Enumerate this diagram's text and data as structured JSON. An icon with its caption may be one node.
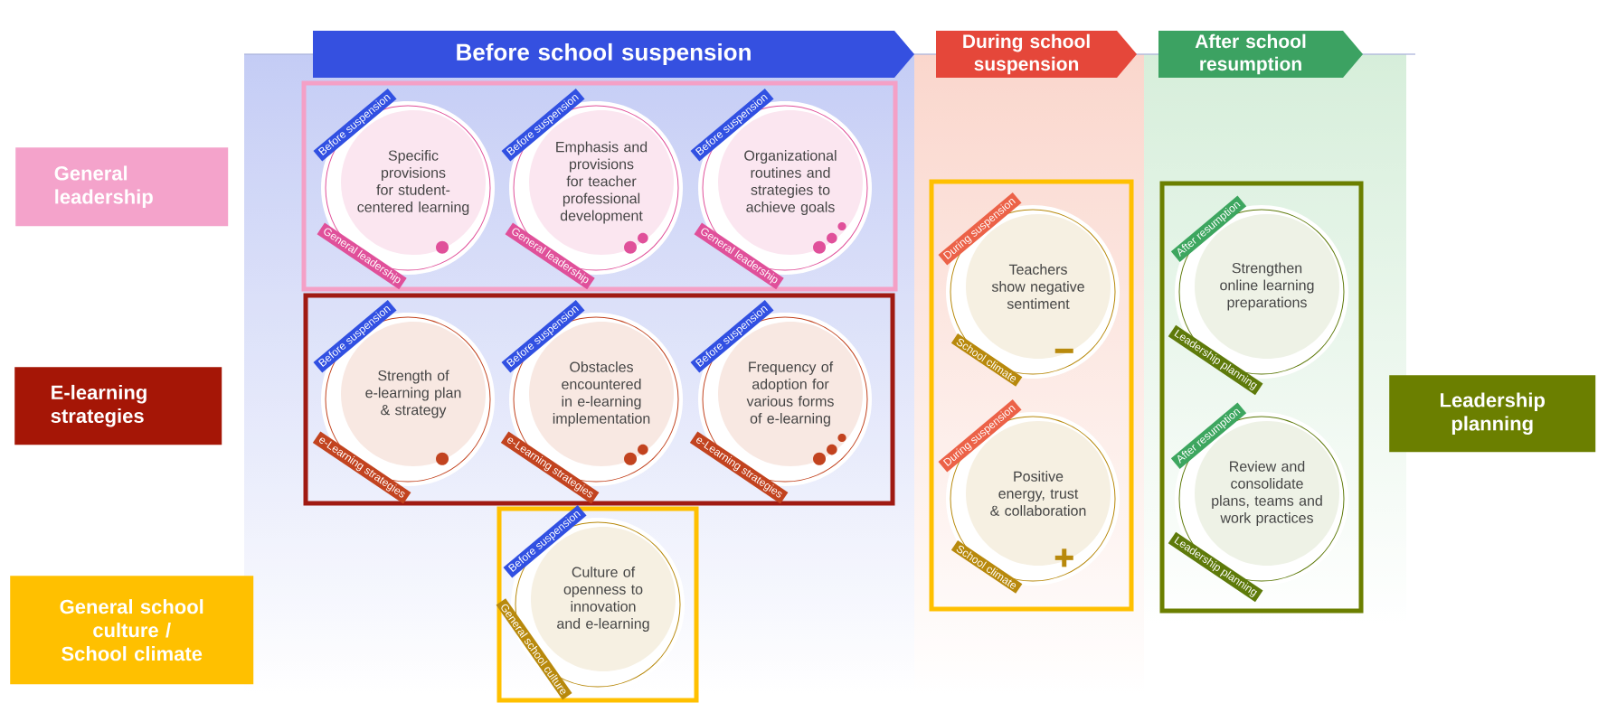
{
  "diagram": {
    "nodes": [
      {
        "text": [
          "Before school suspension"
        ]
      },
      {
        "text": [
          "During school suspension"
        ]
      },
      {
        "text": [
          "After school resumption"
        ]
      },
      {
        "text": [
          "General leadership"
        ]
      },
      {
        "text": [],
        "shape": "box"
      },
      {
        "text": [
          "Specific provisions for student-centered learning",
          "Before suspension",
          "General leadership"
        ],
        "in": 4
      },
      {
        "text": [
          "Emphasis and provisions for teacher professional development",
          "Before suspension",
          "General leadership"
        ],
        "in": 4
      },
      {
        "text": [
          "Organizational routines and strategies to achieve goals",
          "Before suspension",
          "General leadership"
        ],
        "in": 4
      },
      {
        "text": [
          "E-learning strategies"
        ]
      },
      {
        "text": [],
        "shape": "box"
      },
      {
        "text": [
          "Strength of e-learning plan & strategy",
          "Before suspension",
          "e-Learning strategies"
        ],
        "in": 9
      },
      {
        "text": [
          "Obstacles encountered in e-learning implementation",
          "Before suspension",
          "e-Learning strategies"
        ],
        "in": 9
      },
      {
        "text": [
          "Frequency of adoption for various forms of e-learning",
          "Before suspension",
          "e-Learning strategies"
        ],
        "in": 9
      },
      {
        "text": [
          "General school culture / School climate"
        ]
      },
      {
        "text": [],
        "shape": "box"
      },
      {
        "text": [
          "Culture of openness to innovation and e-learning",
          "Before suspension",
          "General school culture"
        ],
        "in": 14
      },
      {
        "text": [],
        "shape": "box"
      },
      {
        "text": [
          "Teachers show negative sentiment",
          "During suspension",
          "School climate"
        ],
        "in": 16
      },
      {
        "text": [
          "Positive energy, trust & collaboration",
          "During suspension",
          "School climate"
        ],
        "in": 16
      },
      {
        "text": [],
        "shape": "box"
      },
      {
        "text": [
          "Strengthen online learning preparations",
          "After resumption",
          "Leadership planning"
        ],
        "in": 19
      },
      {
        "text": [
          "Review and consolidate plans, teams and work practices",
          "After resumption",
          "Leadership planning"
        ],
        "in": 19
      },
      {
        "text": [
          "Leadership planning"
        ]
      }
    ]
  }
}
